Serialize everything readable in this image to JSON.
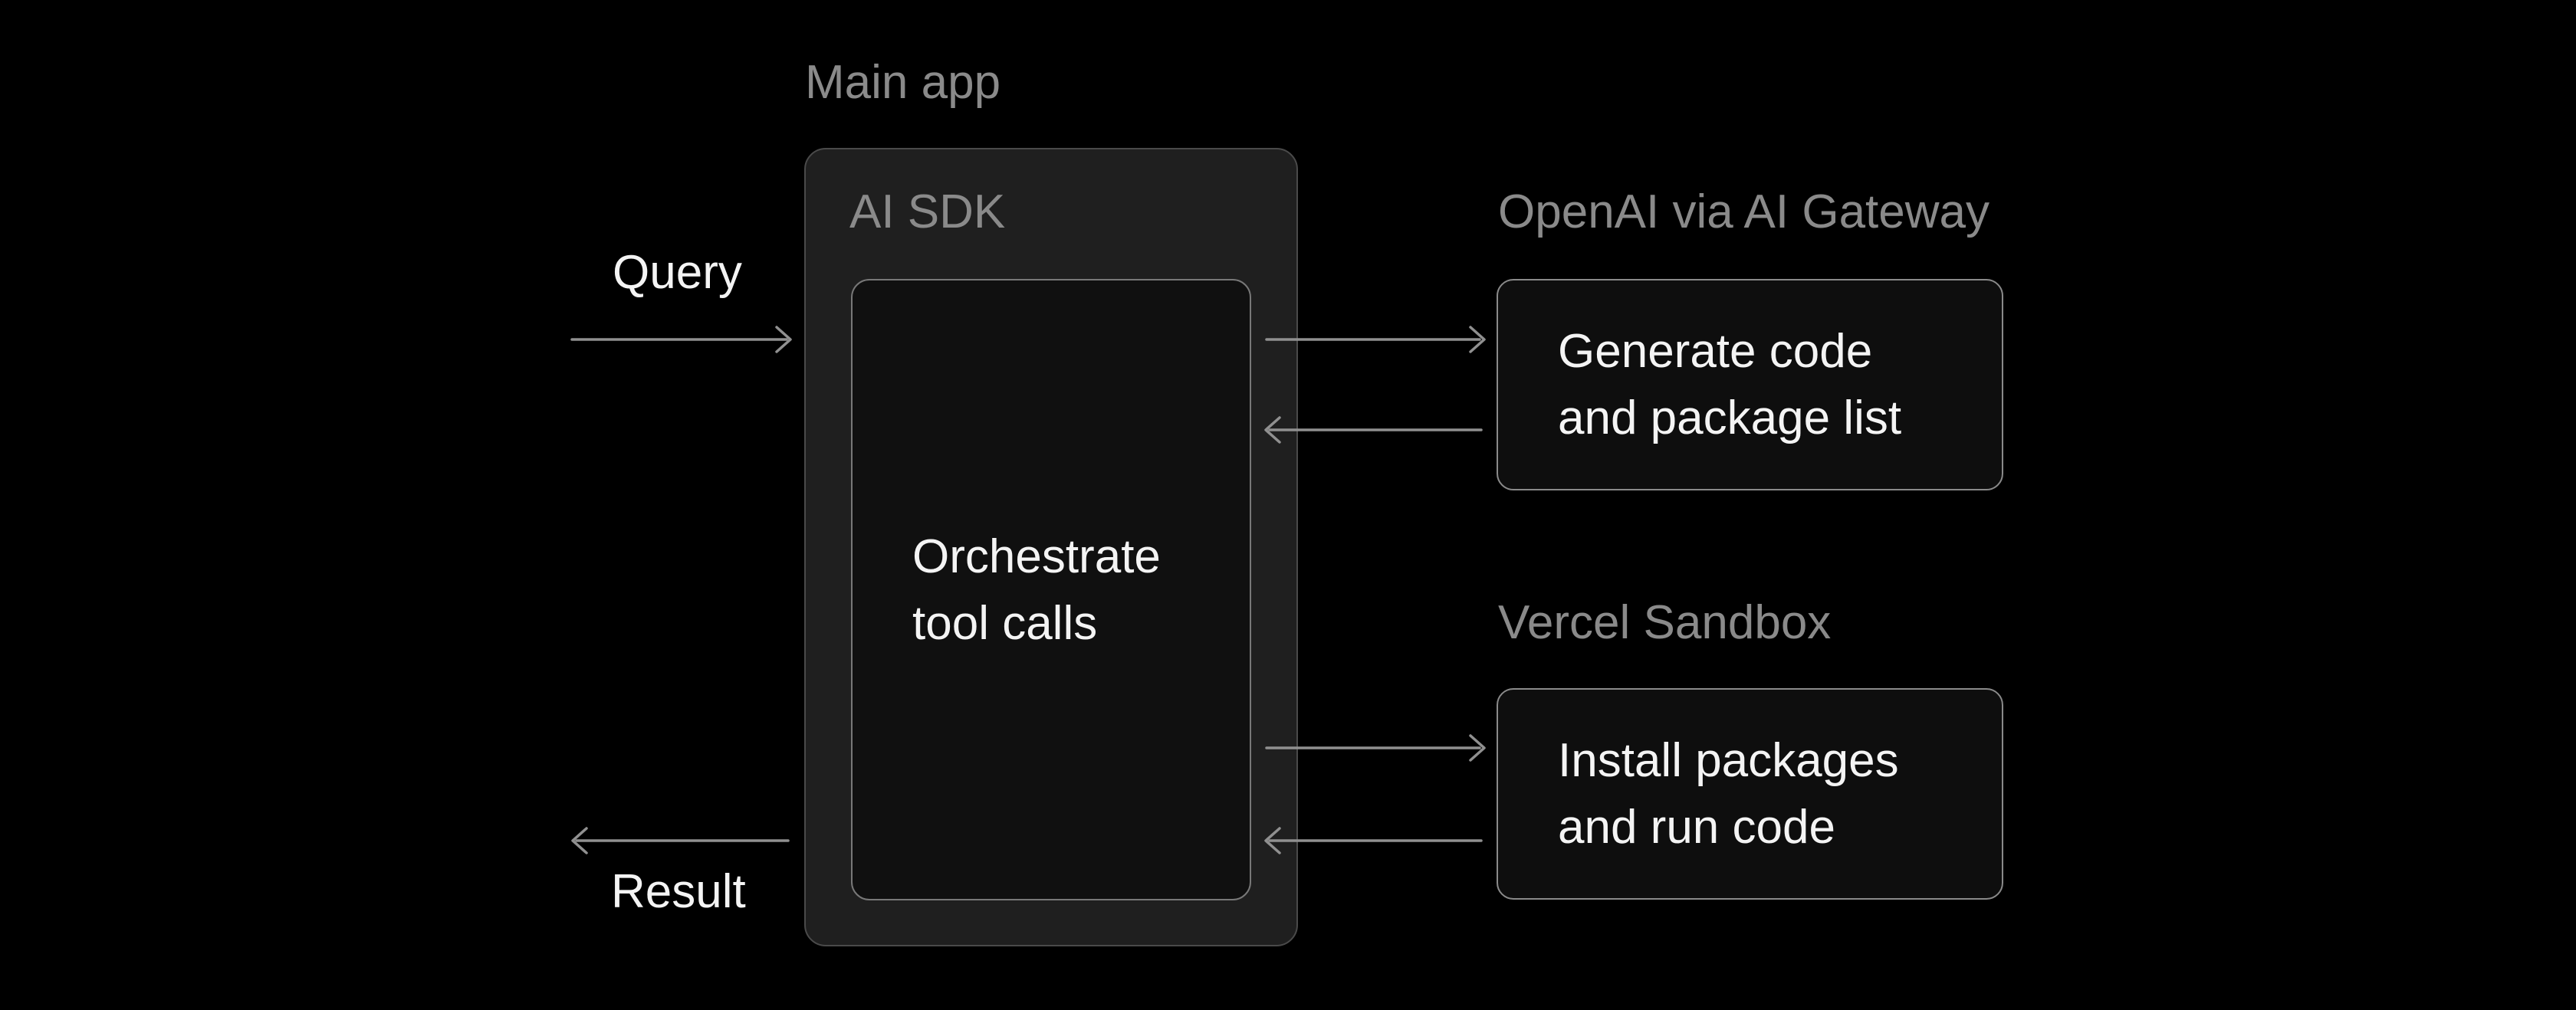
{
  "diagram": {
    "main_app": {
      "label": "Main app",
      "sdk_label": "AI SDK",
      "orchestrator_text": "Orchestrate\ntool calls"
    },
    "openai": {
      "label": "OpenAI via AI Gateway",
      "box_text": "Generate code\nand package list"
    },
    "sandbox": {
      "label": "Vercel Sandbox",
      "box_text": "Install packages\nand run code"
    },
    "flows": {
      "query_label": "Query",
      "result_label": "Result"
    },
    "arrows": [
      {
        "name": "query-arrow",
        "direction": "right",
        "from": "user",
        "to": "main-app"
      },
      {
        "name": "generate-request-arrow",
        "direction": "right",
        "from": "ai-sdk",
        "to": "openai-gateway"
      },
      {
        "name": "generate-response-arrow",
        "direction": "left",
        "from": "openai-gateway",
        "to": "ai-sdk"
      },
      {
        "name": "sandbox-request-arrow",
        "direction": "right",
        "from": "ai-sdk",
        "to": "vercel-sandbox"
      },
      {
        "name": "sandbox-response-arrow",
        "direction": "left",
        "from": "vercel-sandbox",
        "to": "ai-sdk"
      },
      {
        "name": "result-arrow",
        "direction": "left",
        "from": "main-app",
        "to": "user"
      }
    ],
    "colors": {
      "background": "#000000",
      "outer_box_fill": "#1f1f1f",
      "outer_box_border": "#4a4a4a",
      "inner_box_fill": "#101010",
      "inner_box_border": "#787878",
      "node_fill": "#0e0e0e",
      "node_border": "#8a8a8a",
      "muted_label": "#8a8a8a",
      "bright_text": "#f4f4f4",
      "arrow": "#909090"
    }
  }
}
